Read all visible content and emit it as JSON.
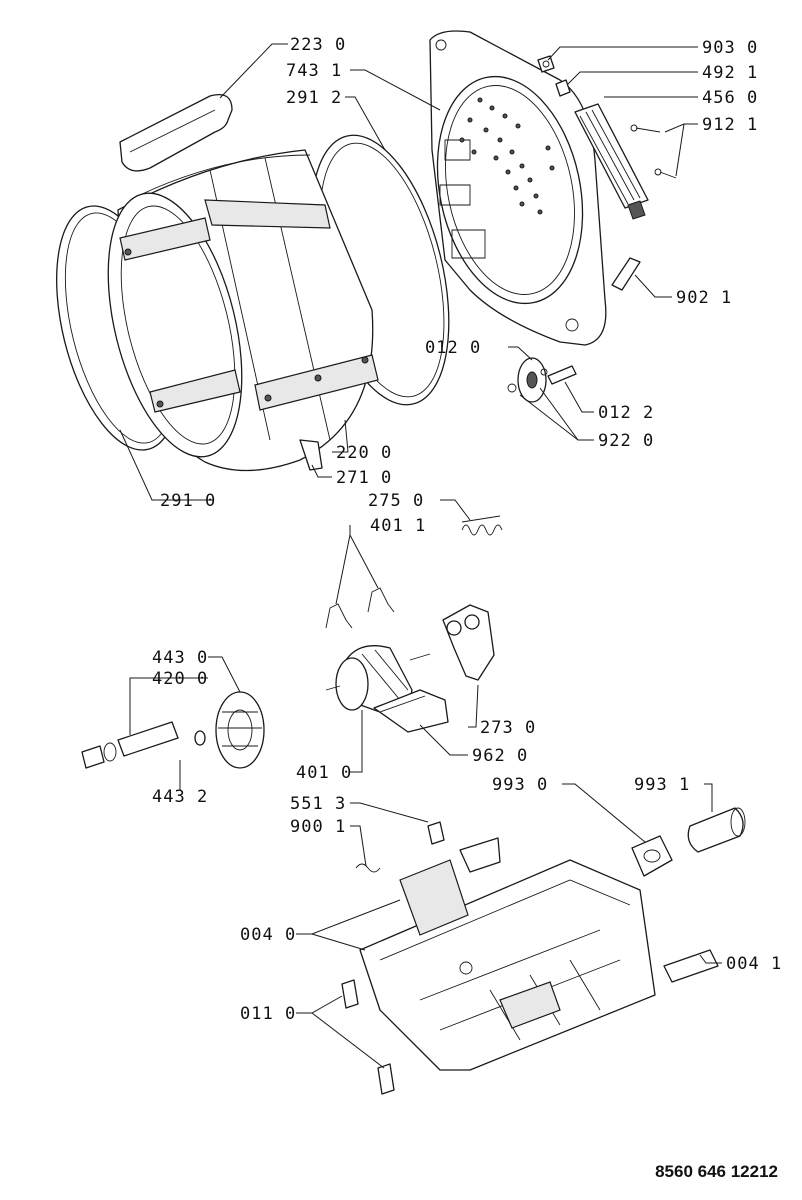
{
  "labels": {
    "p223_0": "223 0",
    "p743_1": "743 1",
    "p291_2": "291 2",
    "p903_0": "903 0",
    "p492_1": "492 1",
    "p456_0": "456 0",
    "p912_1": "912 1",
    "p902_1": "902 1",
    "p012_0": "012 0",
    "p012_2": "012 2",
    "p922_0": "922 0",
    "p220_0": "220 0",
    "p271_0": "271 0",
    "p291_0": "291 0",
    "p275_0": "275 0",
    "p401_1": "401 1",
    "p443_0": "443 0",
    "p420_0": "420 0",
    "p273_0": "273 0",
    "p962_0": "962 0",
    "p443_2": "443 2",
    "p401_0": "401 0",
    "p993_0": "993 0",
    "p993_1": "993 1",
    "p551_3": "551 3",
    "p900_1": "900 1",
    "p004_0": "004 0",
    "p004_1": "004 1",
    "p011_0": "011 0"
  },
  "document_number": "8560 646 12212"
}
